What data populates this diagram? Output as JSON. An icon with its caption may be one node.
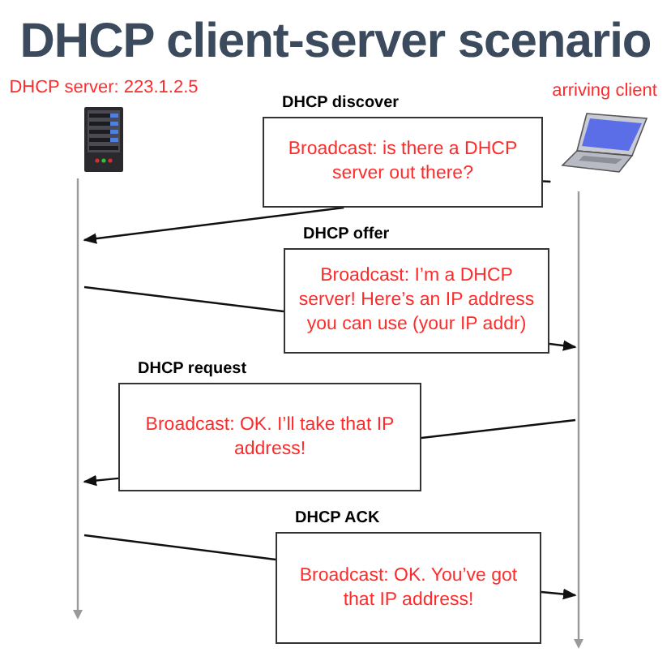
{
  "diagram": {
    "title": "DHCP client-server scenario",
    "nodes": [
      {
        "text": [
          "DHCP server: 223.1.2.5"
        ]
      },
      {
        "text": [
          "arriving client"
        ]
      },
      {
        "text": [
          "DHCP discover",
          "Broadcast: is there a DHCP server out there?"
        ]
      },
      {
        "text": [
          "DHCP offer",
          "Broadcast: I’m a DHCP server! Here’s an IP address you can use (your IP addr)"
        ]
      },
      {
        "text": [
          "DHCP request",
          "Broadcast: OK.  I’ll take that IP address!"
        ]
      },
      {
        "text": [
          "DHCP ACK",
          "Broadcast: OK.  You’ve got that IP address!"
        ]
      }
    ],
    "edges": [
      {
        "from": 1,
        "to": 2,
        "arrow": "none"
      },
      {
        "from": 2,
        "to": null,
        "arrow": "to"
      },
      {
        "from": null,
        "to": 3,
        "arrow": "none"
      },
      {
        "from": 3,
        "to": null,
        "arrow": "to"
      },
      {
        "from": null,
        "to": 4,
        "arrow": "none"
      },
      {
        "from": 4,
        "to": null,
        "arrow": "to"
      },
      {
        "from": null,
        "to": 5,
        "arrow": "none"
      },
      {
        "from": 5,
        "to": null,
        "arrow": "to"
      }
    ]
  }
}
